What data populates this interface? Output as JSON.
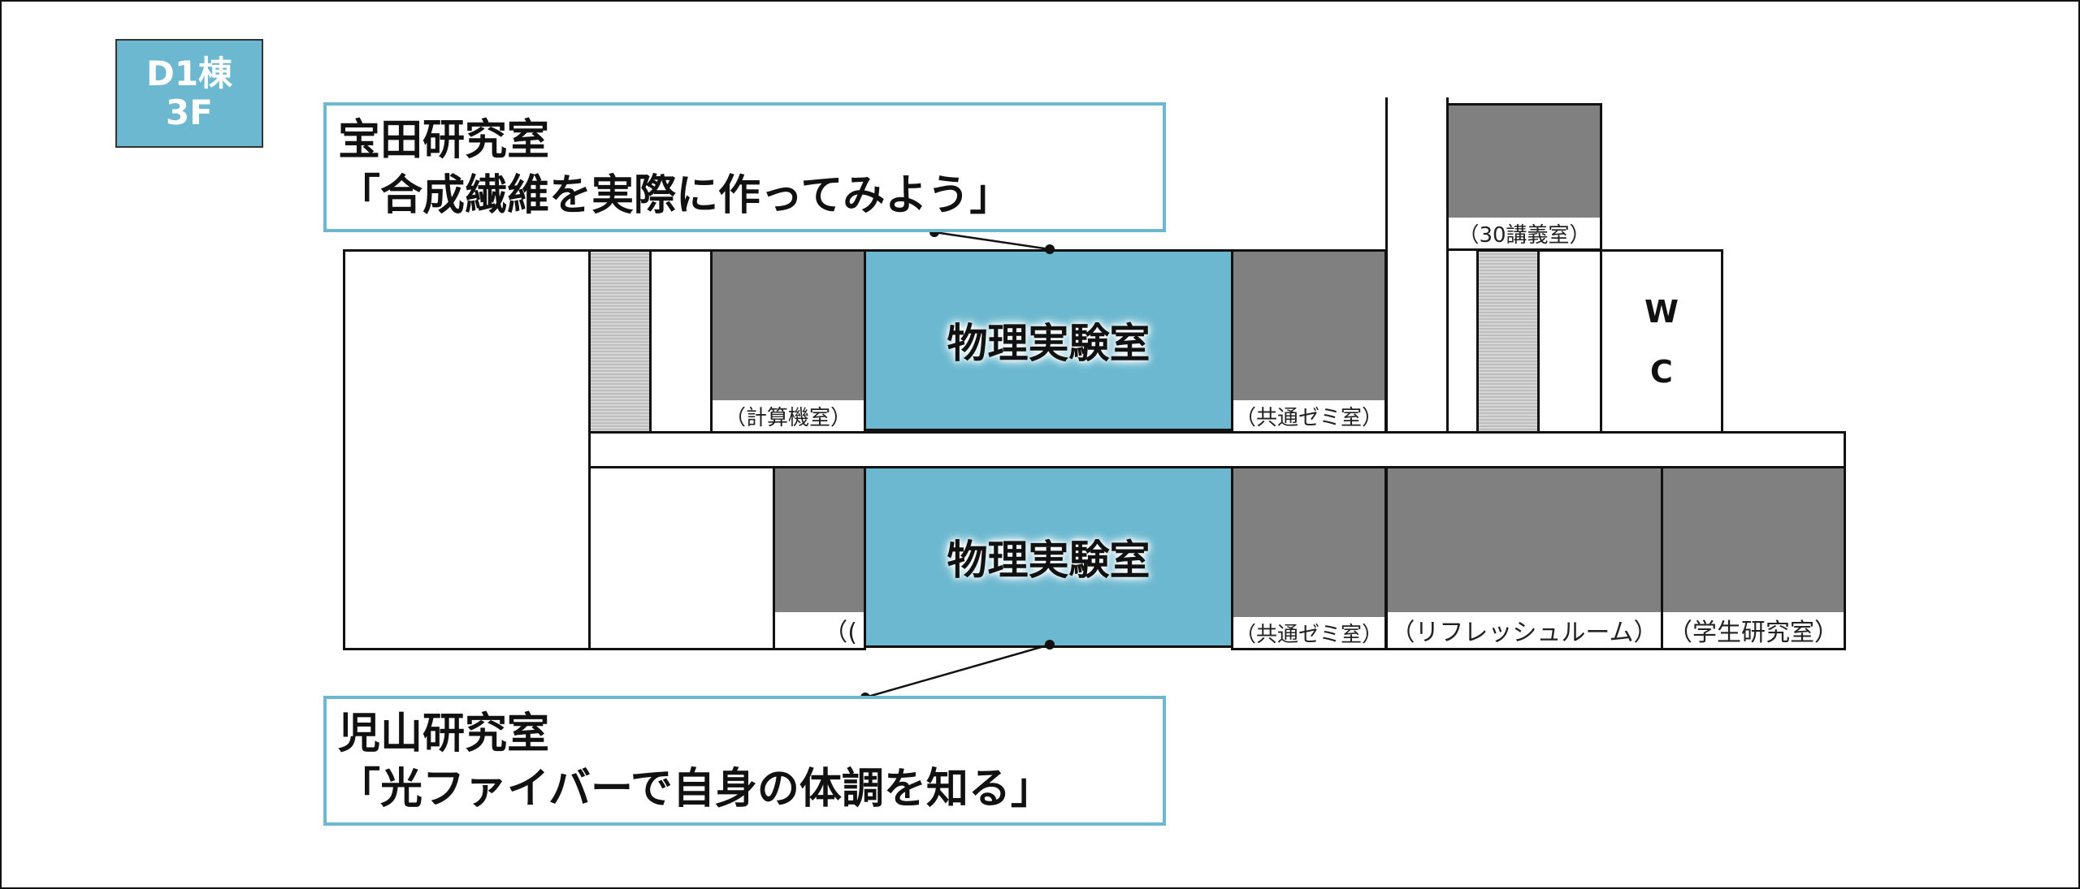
{
  "building": {
    "name": "D1棟",
    "floor": "3F"
  },
  "callouts": {
    "top": {
      "lab": "宝田研究室",
      "theme": "「合成繊維を実際に作ってみよう」"
    },
    "bottom": {
      "lab": "児山研究室",
      "theme": "「光ファイバーで自身の体調を知る」"
    }
  },
  "rooms": {
    "physics_lab_upper": "物理実験室",
    "physics_lab_lower": "物理実験室",
    "computer_room": "（計算機室）",
    "seminar_upper": "（共通ゼミ室）",
    "seminar_lower": "（共通ゼミ室）",
    "lecture_30": "（30講義室）",
    "refresh_room": "（リフレッシュルーム）",
    "student_lab": "（学生研究室）",
    "hidden_label_fragment": "（(",
    "wc": {
      "top": "W",
      "bottom": "C"
    }
  },
  "colors": {
    "accent": "#6bb8d0",
    "room_gray": "#808080"
  }
}
